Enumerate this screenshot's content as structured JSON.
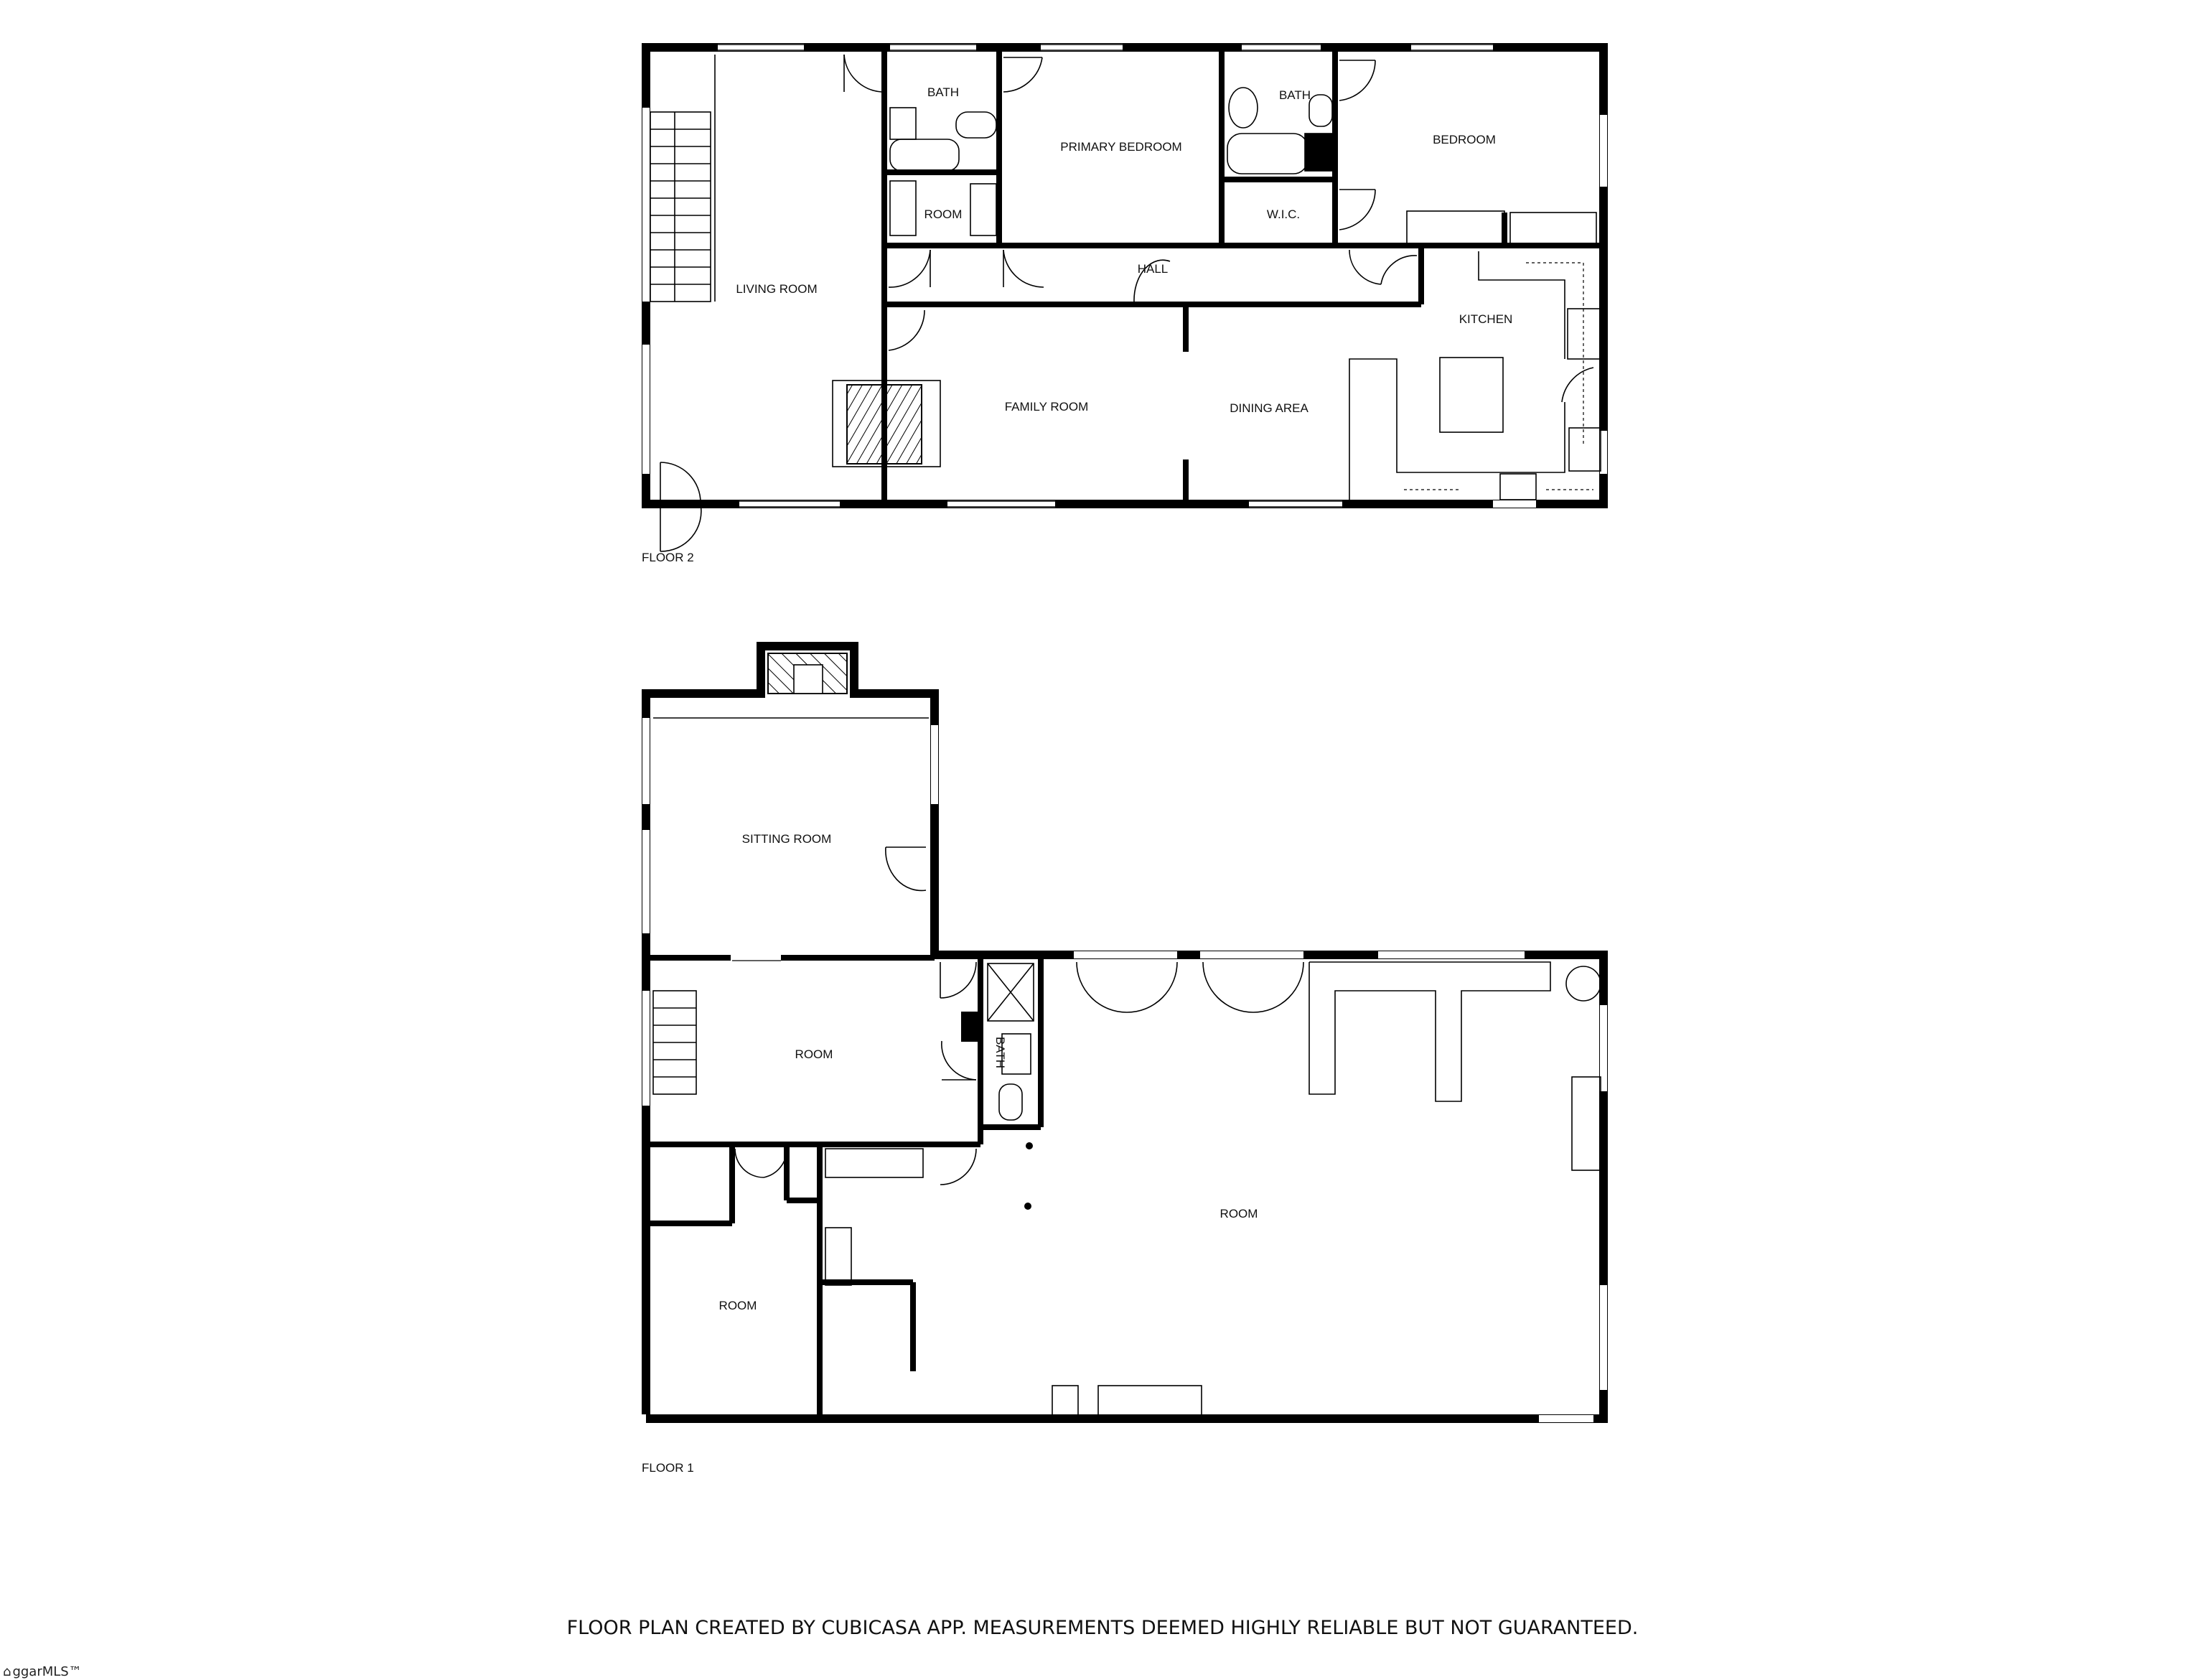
{
  "floor2": {
    "label": "FLOOR 2",
    "rooms": [
      {
        "name": "LIVING ROOM"
      },
      {
        "name": "BATH"
      },
      {
        "name": "ROOM"
      },
      {
        "name": "PRIMARY BEDROOM"
      },
      {
        "name": "BATH"
      },
      {
        "name": "W.I.C."
      },
      {
        "name": "BEDROOM"
      },
      {
        "name": "HALL"
      },
      {
        "name": "FAMILY ROOM"
      },
      {
        "name": "DINING AREA"
      },
      {
        "name": "KITCHEN"
      }
    ]
  },
  "floor1": {
    "label": "FLOOR 1",
    "rooms": [
      {
        "name": "SITTING ROOM"
      },
      {
        "name": "ROOM"
      },
      {
        "name": "BATH"
      },
      {
        "name": "ROOM"
      },
      {
        "name": "ROOM"
      }
    ]
  },
  "footer": {
    "disclaimer": "FLOOR PLAN CREATED BY CUBICASA APP. MEASUREMENTS DEEMED HIGHLY RELIABLE BUT NOT GUARANTEED.",
    "logo_text": "ggarMLS™"
  },
  "colors": {
    "wall": "#000000",
    "background": "#ffffff"
  }
}
